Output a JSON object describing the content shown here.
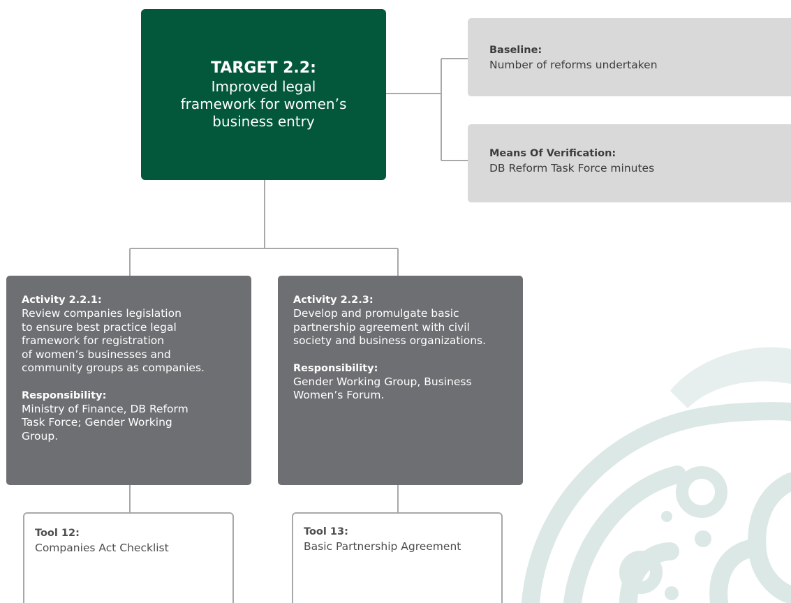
{
  "colors": {
    "target_bg": "#03573a",
    "info_bg": "#d9d9da",
    "activity_bg": "#6e6f72",
    "tool_border": "#a7a8aa",
    "connector": "#a7a8aa",
    "watermark": "#dce8e5"
  },
  "target": {
    "label": "TARGET 2.2:",
    "text": "Improved legal framework for women’s business entry"
  },
  "baseline": {
    "heading": "Baseline:",
    "text": "Number of reforms undertaken"
  },
  "verification": {
    "heading": "Means Of Verification:",
    "text": "DB Reform Task Force minutes"
  },
  "activities": [
    {
      "heading": "Activity 2.2.1:",
      "text": "Review companies legislation\nto ensure best practice legal\nframework for registration\nof women’s businesses and\ncommunity groups as companies.",
      "responsibility_heading": "Responsibility:",
      "responsibility": "Ministry of Finance, DB Reform\nTask Force; Gender Working\nGroup."
    },
    {
      "heading": "Activity 2.2.3:",
      "text": "Develop and promulgate basic\npartnership agreement with civil\nsociety and business organizations.",
      "responsibility_heading": "Responsibility:",
      "responsibility": "Gender Working Group, Business\nWomen’s Forum."
    }
  ],
  "tools": [
    {
      "heading": "Tool 12:",
      "text": "Companies Act Checklist"
    },
    {
      "heading": "Tool 13:",
      "text": "Basic Partnership Agreement"
    }
  ],
  "decoration": {
    "watermark_icon": "decorative-swirl-pattern"
  }
}
